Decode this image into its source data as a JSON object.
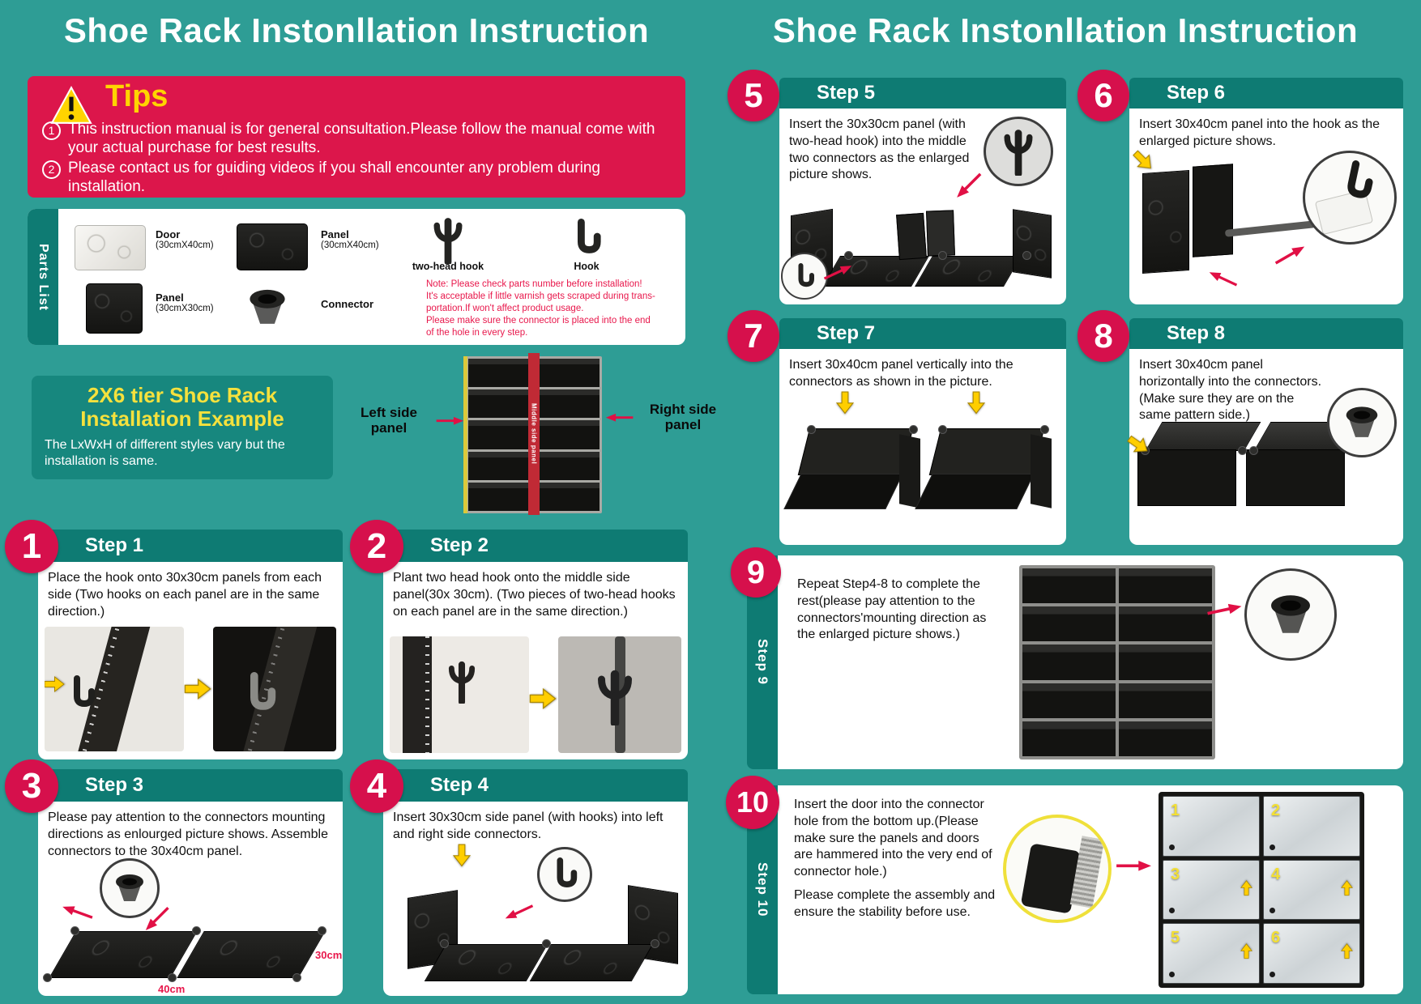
{
  "colors": {
    "background": "#2E9D95",
    "panel_teal": "#0E7B73",
    "accent_red": "#D6104C",
    "accent_yellow": "#FFD400",
    "note_red": "#E8174B"
  },
  "left": {
    "title": "Shoe Rack Instonllation Instruction",
    "tips": {
      "title": "Tips",
      "items": [
        {
          "num": "1",
          "text": "This instruction manual is for general consultation.Please follow the manual come with your actual purchase for best results."
        },
        {
          "num": "2",
          "text": "Please contact us for guiding videos if you shall encounter any problem during installation."
        }
      ]
    },
    "parts": {
      "label": "Parts List",
      "door_name": "Door",
      "door_size": "(30cmX40cm)",
      "panel1_name": "Panel",
      "panel1_size": "(30cmX40cm)",
      "twohead_label": "two-head hook",
      "hook_label": "Hook",
      "panel2_name": "Panel",
      "panel2_size": "(30cmX30cm)",
      "connector_label": "Connector",
      "note": [
        "Note: Please check parts number before installation!",
        "It's acceptable if little varnish gets scraped during trans-",
        "portation.If won't affect product usage.",
        "Please make sure the connector is placed into the end",
        "of the hole in every step."
      ]
    },
    "example": {
      "title1": "2X6 tier Shoe Rack",
      "title2": "Installation Example",
      "body": "The LxWxH of different styles vary but the installation is same.",
      "left_label": "Left side panel",
      "right_label": "Right side panel",
      "middle_label": "Middle side panel"
    },
    "step1": {
      "num": "1",
      "title": "Step 1",
      "body": "Place the hook onto 30x30cm panels from each side (Two hooks on each panel are in the same direction.)"
    },
    "step2": {
      "num": "2",
      "title": "Step 2",
      "body": "Plant two head hook onto the middle side panel(30x 30cm). (Two pieces of two-head hooks on each panel are in the same direction.)"
    },
    "step3": {
      "num": "3",
      "title": "Step 3",
      "body": "Please pay attention to the connectors mounting directions as enlourged picture shows. Assemble connectors to the 30x40cm panel.",
      "dim_width": "40cm",
      "dim_height": "30cm"
    },
    "step4": {
      "num": "4",
      "title": "Step 4",
      "body": "Insert 30x30cm side panel (with hooks) into left and right side connectors."
    }
  },
  "right": {
    "title": "Shoe Rack Instonllation Instruction",
    "step5": {
      "num": "5",
      "title": "Step 5",
      "body": "Insert the 30x30cm panel (with two-head hook) into the middle two connectors as the enlarged picture shows."
    },
    "step6": {
      "num": "6",
      "title": "Step 6",
      "body": "Insert 30x40cm panel into the hook as the enlarged picture shows."
    },
    "step7": {
      "num": "7",
      "title": "Step 7",
      "body": "Insert 30x40cm panel vertically into the connectors as shown in the picture."
    },
    "step8": {
      "num": "8",
      "title": "Step 8",
      "body": "Insert 30x40cm panel horizontally into the connectors. (Make sure they are on the same pattern side.)"
    },
    "step9": {
      "num": "9",
      "side_label": "Step 9",
      "body": "Repeat Step4-8 to complete the rest(please pay attention to the connectors'mounting direction as the enlarged picture shows.)"
    },
    "step10": {
      "num": "10",
      "side_label": "Step 10",
      "body1": "Insert the door into the connector hole from the bottom up.(Please make sure the panels and doors are hammered into the very end of connector hole.)",
      "body2": "Please complete the assembly and ensure the stability before use.",
      "door_numbers": [
        "1",
        "2",
        "3",
        "4",
        "5",
        "6"
      ]
    }
  }
}
